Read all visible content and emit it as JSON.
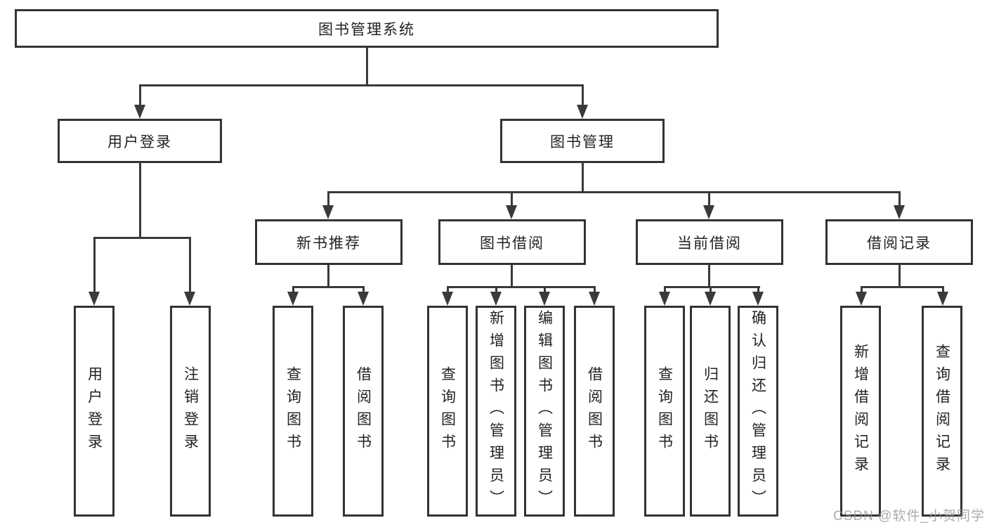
{
  "diagram_title": "图书管理系统",
  "nodes": {
    "root": "图书管理系统",
    "user_login": "用户登录",
    "book_mgmt": "图书管理",
    "new_book_rec": "新书推荐",
    "book_borrow": "图书借阅",
    "current_borrow": "当前借阅",
    "borrow_records": "借阅记录",
    "leaf_user_login": "用户登录",
    "leaf_logout": "注销登录",
    "leaf_nb_query": "查询图书",
    "leaf_nb_borrow": "借阅图书",
    "leaf_bb_query": "查询图书",
    "leaf_bb_add": "新增图书（管理员）",
    "leaf_bb_edit": "编辑图书（管理员）",
    "leaf_bb_borrow": "借阅图书",
    "leaf_cb_query": "查询图书",
    "leaf_cb_return": "归还图书",
    "leaf_cb_confirm": "确认归还（管理员）",
    "leaf_br_add": "新增借阅记录",
    "leaf_br_query": "查询借阅记录"
  },
  "hierarchy": {
    "图书管理系统": {
      "用户登录": [
        "用户登录",
        "注销登录"
      ],
      "图书管理": {
        "新书推荐": [
          "查询图书",
          "借阅图书"
        ],
        "图书借阅": [
          "查询图书",
          "新增图书（管理员）",
          "编辑图书（管理员）",
          "借阅图书"
        ],
        "当前借阅": [
          "查询图书",
          "归还图书",
          "确认归还（管理员）"
        ],
        "借阅记录": [
          "新增借阅记录",
          "查询借阅记录"
        ]
      }
    }
  },
  "colors": {
    "line": "#3a3a3a",
    "box_border": "#333333",
    "text": "#222222",
    "watermark": "#949494",
    "background": "#ffffff"
  },
  "watermark": {
    "text": "CSDN @软件_小贺同学"
  }
}
